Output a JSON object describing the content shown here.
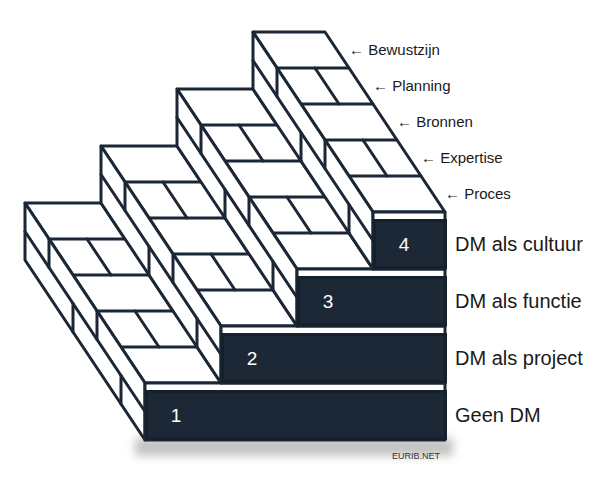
{
  "diagram": {
    "nodes": [
      {
        "text": [
          "4"
        ]
      },
      {
        "text": [
          "3"
        ]
      },
      {
        "text": [
          "2"
        ]
      },
      {
        "text": [
          "1"
        ]
      }
    ],
    "labels": [
      "← Bewustzijn",
      "← Planning",
      "← Bronnen",
      "← Expertise",
      "← Proces",
      "DM als cultuur",
      "DM als functie",
      "DM als project",
      "Geen DM",
      "EURIB.NET"
    ]
  }
}
